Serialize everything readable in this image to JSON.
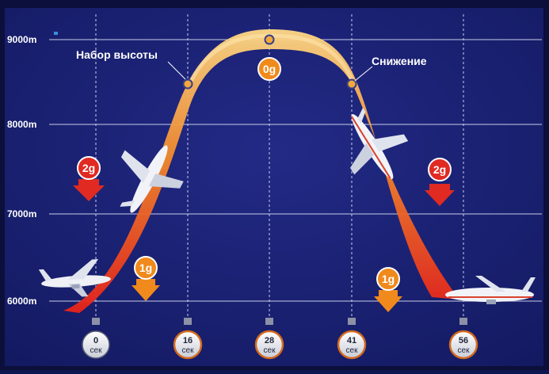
{
  "diagram": {
    "altitude_labels": [
      "9000m",
      "8000m",
      "7000m",
      "6000m"
    ],
    "phase_labels": {
      "climb": "Набор высоты",
      "descent": "Снижение"
    },
    "g_badges": {
      "left_top": "2g",
      "left_bottom": "1g",
      "top": "0g",
      "right_top": "2g",
      "right_bottom": "1g"
    },
    "timers": [
      {
        "value": "0",
        "unit": "сек"
      },
      {
        "value": "16",
        "unit": "сек"
      },
      {
        "value": "28",
        "unit": "сек"
      },
      {
        "value": "41",
        "unit": "сек"
      },
      {
        "value": "56",
        "unit": "сек"
      }
    ],
    "colors": {
      "background": "#1a1f72",
      "frame": "#0b0f3a",
      "grid": "#c8cde8",
      "trajectory_light": "#ffd27a",
      "trajectory_dark": "#e8221a",
      "badge_red": "#e02a22",
      "badge_orange": "#f08a1c",
      "marker": "#f2a93a"
    }
  }
}
